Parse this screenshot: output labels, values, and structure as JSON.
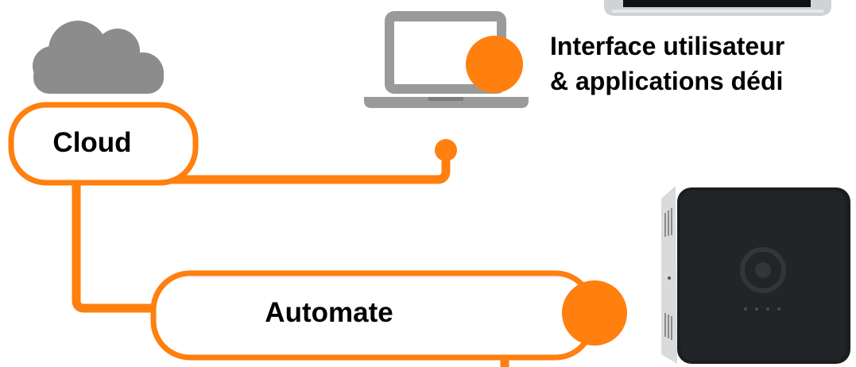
{
  "colors": {
    "connector": "#ff7f0f",
    "node_fill": "#ffffff",
    "cloud_icon": "#8c8c8c",
    "laptop_icon": "#9a9a9a",
    "device_body": "#1c1d1f",
    "text": "#000000"
  },
  "icons": {
    "cloud": "cloud-icon",
    "laptop": "laptop-icon",
    "device": "automate-device-photo",
    "laptop_photo": "laptop-photo"
  },
  "nodes": {
    "cloud": {
      "label": "Cloud"
    },
    "automate": {
      "label": "Automate"
    }
  },
  "interface": {
    "line1": "Interface utilisateur",
    "line2": "& applications dédi"
  }
}
